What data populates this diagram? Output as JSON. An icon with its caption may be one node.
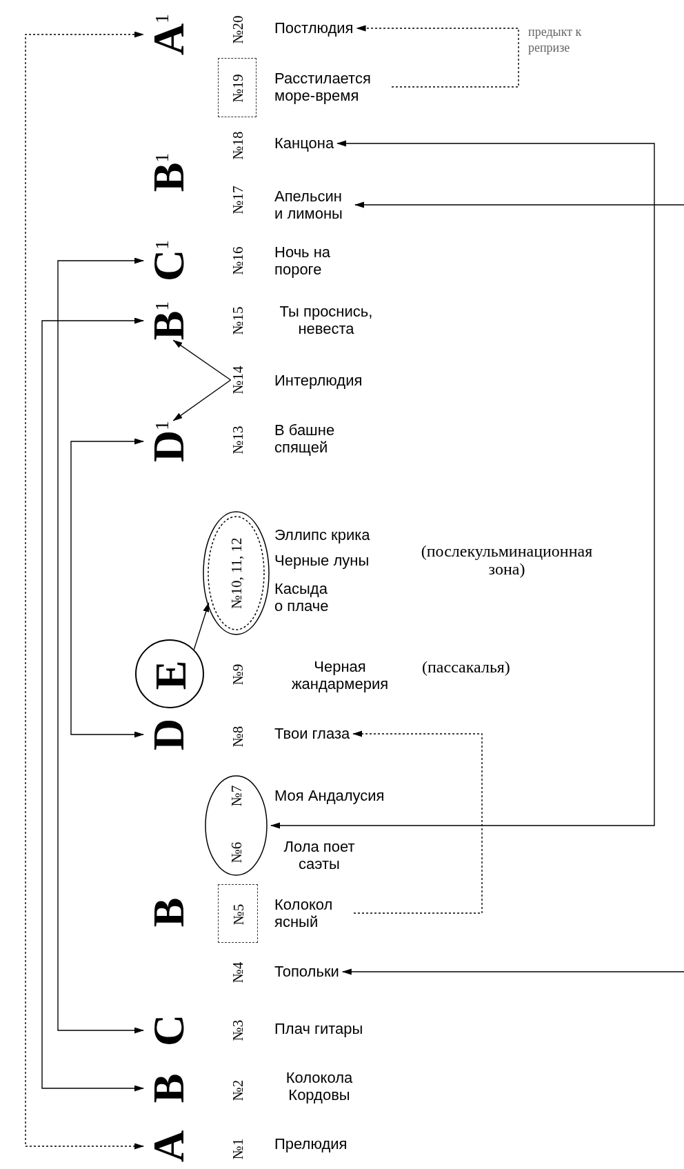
{
  "diagram": {
    "nodes": [
      {
        "text": [
          "A$^{1}$"
        ]
      },
      {
        "text": [
          "Постлюдия"
        ]
      },
      {
        "text": [
          "№19"
        ]
      },
      {
        "text": [
          "Расстилается море-время"
        ]
      },
      {
        "text": [
          "Канцона"
        ]
      },
      {
        "text": [
          "Апельсин и лимоны"
        ]
      },
      {
        "text": [
          "C$^{1}$"
        ]
      },
      {
        "text": [
          "B$^{1}$"
        ]
      },
      {
        "text": [
          "№14"
        ]
      },
      {
        "text": [
          "D$^{1}$"
        ]
      },
      {
        "text": [
          "№10, 11, 12"
        ]
      },
      {
        "text": [
          "E"
        ]
      },
      {
        "text": [
          "D"
        ]
      },
      {
        "text": [
          "Твои глаза"
        ]
      },
      {
        "text": [
          "№7",
          "№6"
        ]
      },
      {
        "text": [
          "№5"
        ]
      },
      {
        "text": [
          "Колокол ясный"
        ]
      },
      {
        "text": [
          "Топольки"
        ]
      },
      {
        "text": [
          "C"
        ]
      },
      {
        "text": [
          "B"
        ]
      },
      {
        "text": [
          "A"
        ]
      }
    ],
    "edges": [
      {
        "from": 20,
        "to": 0,
        "arrow": "both",
        "style": "dashed"
      },
      {
        "from": 19,
        "to": 7,
        "arrow": "both"
      },
      {
        "from": 18,
        "to": 6,
        "arrow": "both"
      },
      {
        "from": 12,
        "to": 9,
        "arrow": "both"
      },
      {
        "from": 8,
        "to": 7,
        "arrow": "to"
      },
      {
        "from": 8,
        "to": 9,
        "arrow": "to"
      },
      {
        "from": 11,
        "to": 10,
        "arrow": "to"
      },
      {
        "from": 3,
        "to": 1,
        "arrow": "to",
        "style": "dashed",
        "label": "предыкт к репризе"
      },
      {
        "from": 16,
        "to": 13,
        "arrow": "to",
        "style": "dashed"
      },
      {
        "from": 4,
        "to": 14,
        "arrow": "both"
      },
      {
        "from": null,
        "to": 5,
        "arrow": "to"
      },
      {
        "from": null,
        "to": 17,
        "arrow": "to"
      }
    ],
    "labels": [
      "№20",
      "№18",
      "B$^{1}$",
      "№17",
      "№16",
      "Ночь на пороге",
      "№15",
      "Ты проснись, невеста",
      "Интерлюдия",
      "№13",
      "В башне спящей",
      "Эллипс крика",
      "(послекульминационная зона)",
      "Черные луны",
      "Касыда о плаче",
      "№9",
      "Черная жандармерия",
      "(пассакалья)",
      "№8",
      "Моя Андалусия",
      "Лола поет саэты",
      "B",
      "№4",
      "№3",
      "Плач гитары",
      "№2",
      "Колокола Кордовы",
      "№1",
      "Прелюдия"
    ]
  }
}
